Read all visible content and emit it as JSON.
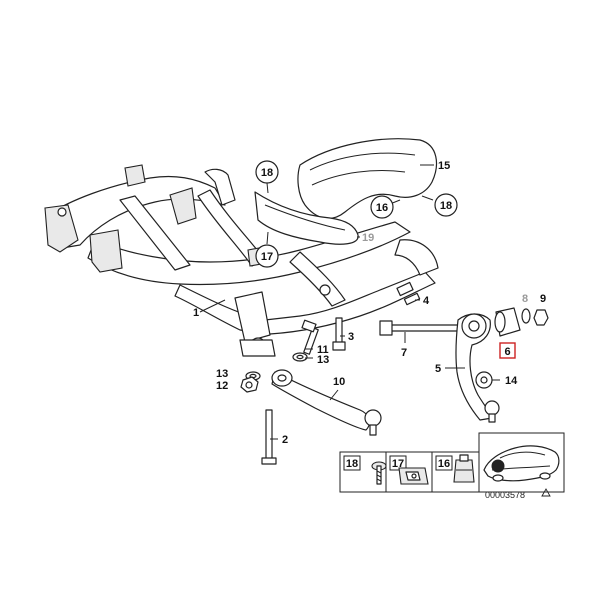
{
  "labels": {
    "l1": "1",
    "l2": "2",
    "l3": "3",
    "l4": "4",
    "l5": "5",
    "l6": "6",
    "l7": "7",
    "l8": "8",
    "l9": "9",
    "l10": "10",
    "l11": "11",
    "l12": "12",
    "l13a": "13",
    "l13b": "13",
    "l14": "14",
    "l15": "15",
    "l16a": "16",
    "l16b": "16",
    "l17a": "17",
    "l17b": "17",
    "l18a": "18",
    "l18b": "18",
    "l18c": "18",
    "l19": "19"
  },
  "catalog_number": "00003578",
  "highlight_color": "#cc2222",
  "muted_label_color": "#9a9a9a"
}
